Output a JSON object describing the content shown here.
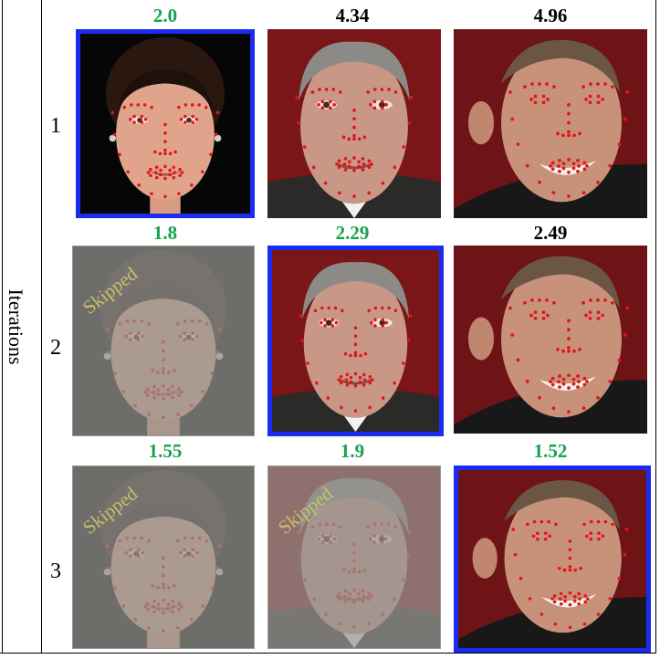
{
  "axis_title": "Iterations",
  "skipped_label": "Skipped",
  "colors": {
    "best_score": "#16a34a",
    "other_score": "#000000",
    "selected_border": "#1a2cf0",
    "landmark": "#e0161b"
  },
  "rows": [
    {
      "label": "1",
      "cells": [
        {
          "score": "2.0",
          "best": true,
          "selected": true,
          "skipped": false,
          "face": "woman"
        },
        {
          "score": "4.34",
          "best": false,
          "selected": false,
          "skipped": false,
          "face": "man-grey"
        },
        {
          "score": "4.96",
          "best": false,
          "selected": false,
          "skipped": false,
          "face": "man-bald"
        }
      ]
    },
    {
      "label": "2",
      "cells": [
        {
          "score": "1.8",
          "best": true,
          "selected": false,
          "skipped": true,
          "face": "woman"
        },
        {
          "score": "2.29",
          "best": true,
          "selected": true,
          "skipped": false,
          "face": "man-grey"
        },
        {
          "score": "2.49",
          "best": false,
          "selected": false,
          "skipped": false,
          "face": "man-bald"
        }
      ]
    },
    {
      "label": "3",
      "cells": [
        {
          "score": "1.55",
          "best": true,
          "selected": false,
          "skipped": true,
          "face": "woman"
        },
        {
          "score": "1.9",
          "best": true,
          "selected": false,
          "skipped": true,
          "face": "man-grey"
        },
        {
          "score": "1.52",
          "best": true,
          "selected": true,
          "skipped": false,
          "face": "man-bald"
        }
      ]
    }
  ]
}
